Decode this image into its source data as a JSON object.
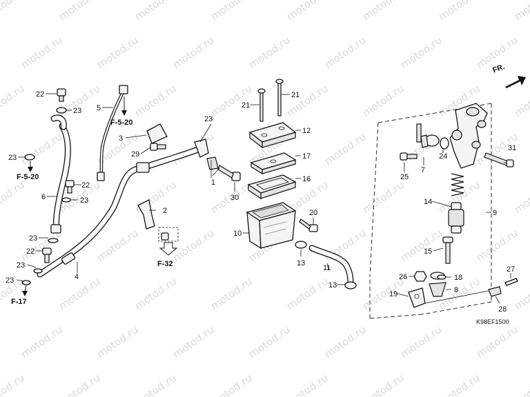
{
  "watermark": {
    "text": "motod.ru"
  },
  "diagram_code": "K98EF1500",
  "direction": {
    "label": "FR."
  },
  "references": {
    "f520_top": "F-5-20",
    "f520_left": "F-5-20",
    "f32": "F-32",
    "f17": "F-17"
  },
  "parts": {
    "p1": "1",
    "p2": "2",
    "p3": "3",
    "p4": "4",
    "p5": "5",
    "p6": "6",
    "p7": "7",
    "p8": "8",
    "p9": "9",
    "p10": "10",
    "p11": "11",
    "p12": "12",
    "p13a": "13",
    "p13b": "13",
    "p14": "14",
    "p15": "15",
    "p16": "16",
    "p17": "17",
    "p18": "18",
    "p19": "19",
    "p20": "20",
    "p21a": "21",
    "p21b": "21",
    "p22a": "22",
    "p22b": "22",
    "p22c": "22",
    "p23a": "23",
    "p23b": "23",
    "p23c": "23",
    "p23d": "23",
    "p23e": "23",
    "p23f": "23",
    "p23g": "23",
    "p24": "24",
    "p25": "25",
    "p26": "26",
    "p27": "27",
    "p28": "28",
    "p29": "29",
    "p30": "30",
    "p31": "31"
  }
}
